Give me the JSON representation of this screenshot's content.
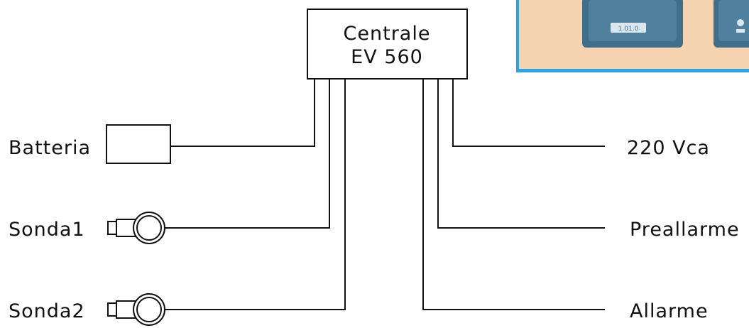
{
  "central": {
    "line1": "Centrale",
    "line2": "EV 560"
  },
  "left_labels": {
    "battery": "Batteria",
    "probe1": "Sonda1",
    "probe2": "Sonda2"
  },
  "right_labels": {
    "power": "220 Vca",
    "prealarm": "Preallarme",
    "alarm": "Allarme"
  },
  "photo": {
    "background": "#f6d3b0",
    "frame_color": "#2aa3e0",
    "device_color": "#3f6f8a",
    "device_badge": "1.01.0"
  },
  "colors": {
    "line": "#111111",
    "background": "#ffffff"
  }
}
